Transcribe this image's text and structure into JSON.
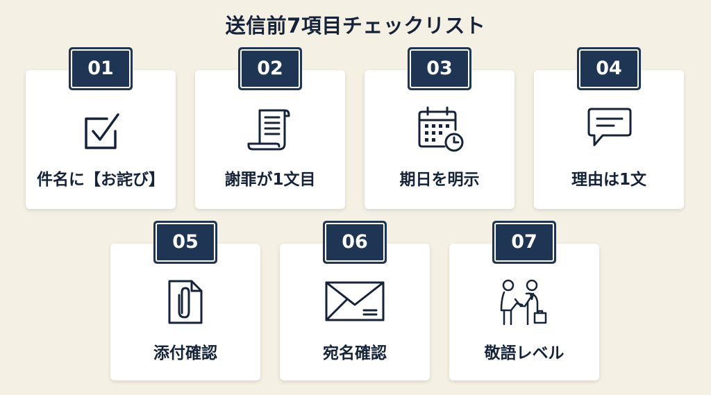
{
  "title": "送信前7項目チェックリスト",
  "items": [
    {
      "number": "01",
      "label": "件名に【お詫び】",
      "icon": "checkbox-icon"
    },
    {
      "number": "02",
      "label": "謝罪が1文目",
      "icon": "document-scroll-icon"
    },
    {
      "number": "03",
      "label": "期日を明示",
      "icon": "calendar-clock-icon"
    },
    {
      "number": "04",
      "label": "理由は1文",
      "icon": "speech-bubble-icon"
    },
    {
      "number": "05",
      "label": "添付確認",
      "icon": "paperclip-document-icon"
    },
    {
      "number": "06",
      "label": "宛名確認",
      "icon": "envelope-icon"
    },
    {
      "number": "07",
      "label": "敬語レベル",
      "icon": "handshake-icon"
    }
  ],
  "colors": {
    "background": "#f4f0e3",
    "badge": "#1e3553",
    "text": "#14233a"
  }
}
